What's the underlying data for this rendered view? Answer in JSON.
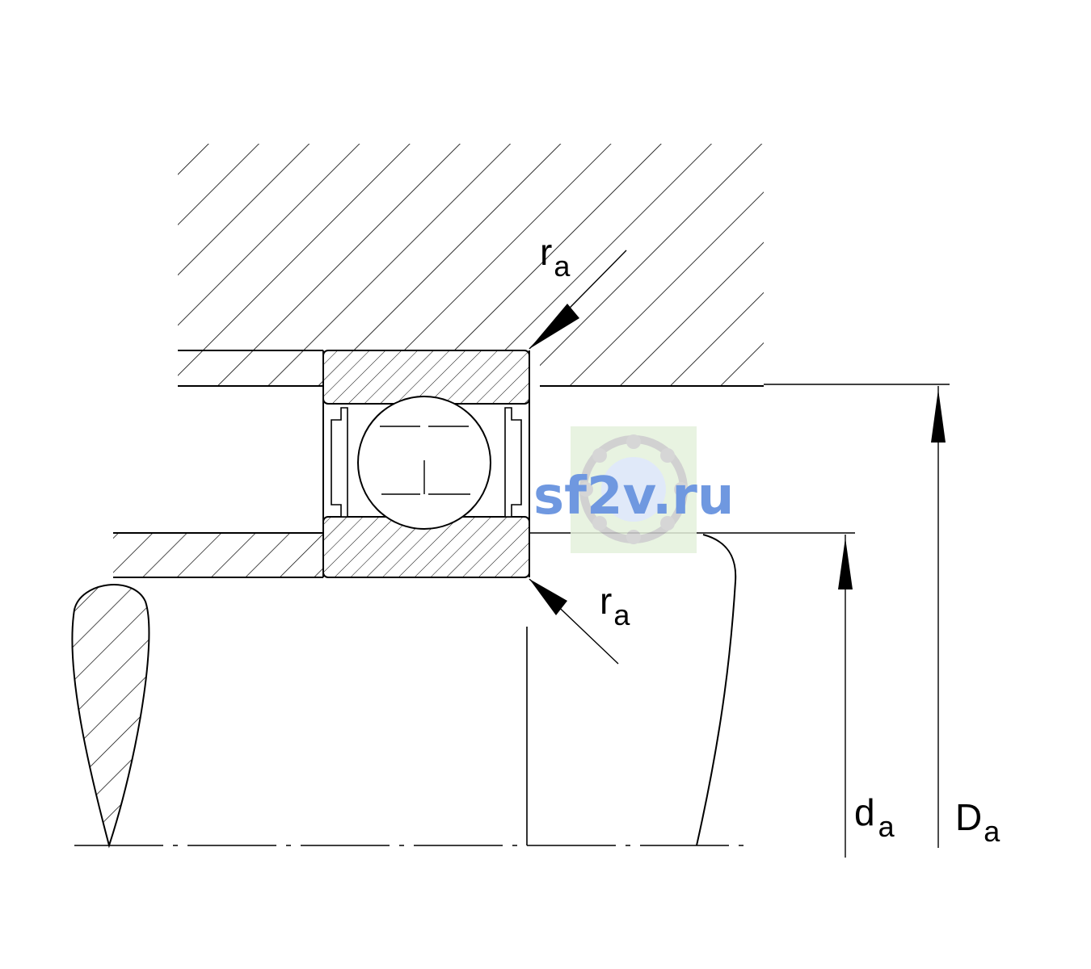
{
  "diagram": {
    "labels": {
      "ra_top": {
        "main": "r",
        "sub": "a"
      },
      "ra_bottom": {
        "main": "r",
        "sub": "a"
      },
      "da": {
        "main": "d",
        "sub": "a"
      },
      "Da": {
        "main": "D",
        "sub": "a"
      }
    }
  },
  "watermark": {
    "text": "sf2v.ru",
    "text_color": "#6f98e0",
    "logo_bg": "#e4f1dc",
    "logo_ring": "#c9c9c9"
  },
  "colors": {
    "line": "#000000",
    "background": "#ffffff"
  }
}
